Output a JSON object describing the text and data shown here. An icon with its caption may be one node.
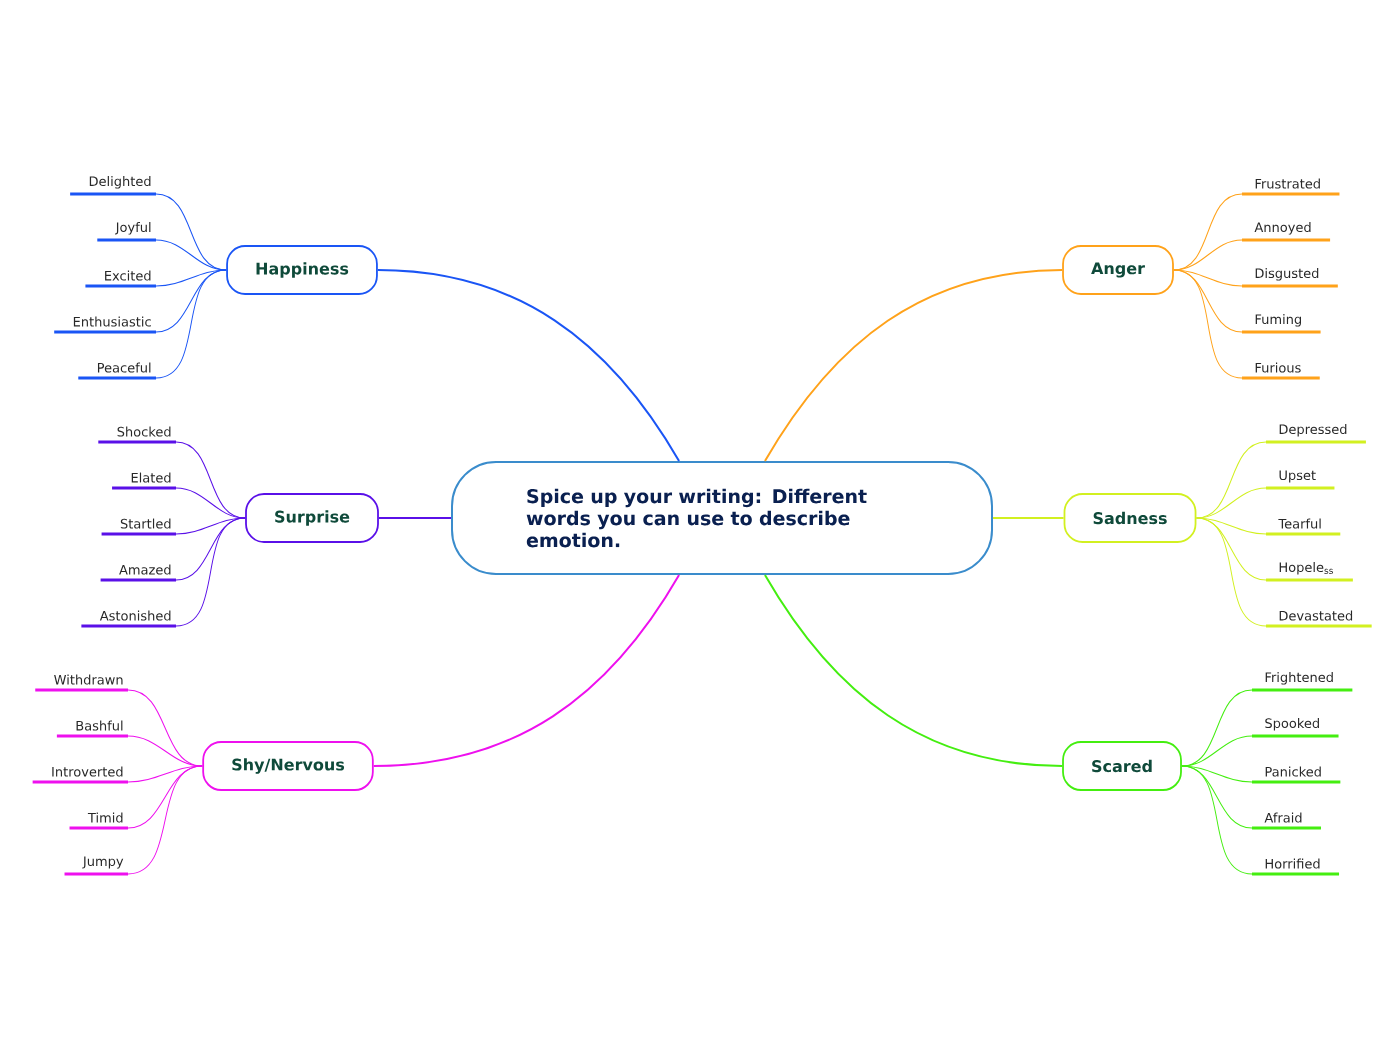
{
  "diagram": {
    "nodes": [
      {
        "text": [
          "Spice up your writing: Different words you can use to describe emotion."
        ]
      },
      {
        "text": [
          "Happiness"
        ]
      },
      {
        "text": [
          "Delighted"
        ]
      },
      {
        "text": [
          "Joyful"
        ]
      },
      {
        "text": [
          "Excited"
        ]
      },
      {
        "text": [
          "Enthusiastic"
        ]
      },
      {
        "text": [
          "Peaceful"
        ]
      },
      {
        "text": [
          "Surprise"
        ]
      },
      {
        "text": [
          "Shocked"
        ]
      },
      {
        "text": [
          "Elated"
        ]
      },
      {
        "text": [
          "Startled"
        ]
      },
      {
        "text": [
          "Amazed"
        ]
      },
      {
        "text": [
          "Astonished"
        ]
      },
      {
        "text": [
          "Shy/Nervous"
        ]
      },
      {
        "text": [
          "Withdrawn"
        ]
      },
      {
        "text": [
          "Bashful"
        ]
      },
      {
        "text": [
          "Introverted"
        ]
      },
      {
        "text": [
          "Timid"
        ]
      },
      {
        "text": [
          "Jumpy"
        ]
      },
      {
        "text": [
          "Anger"
        ]
      },
      {
        "text": [
          "Frustrated"
        ]
      },
      {
        "text": [
          "Annoyed"
        ]
      },
      {
        "text": [
          "Disgusted"
        ]
      },
      {
        "text": [
          "Fuming"
        ]
      },
      {
        "text": [
          "Furious"
        ]
      },
      {
        "text": [
          "Sadness"
        ]
      },
      {
        "text": [
          "Depressed"
        ]
      },
      {
        "text": [
          "Upset"
        ]
      },
      {
        "text": [
          "Tearful"
        ]
      },
      {
        "text": [
          "Hopele$_{ss}$"
        ]
      },
      {
        "text": [
          "Devastated"
        ]
      },
      {
        "text": [
          "Scared"
        ]
      },
      {
        "text": [
          "Frightened"
        ]
      },
      {
        "text": [
          "Spooked"
        ]
      },
      {
        "text": [
          "Panicked"
        ]
      },
      {
        "text": [
          "Afraid"
        ]
      },
      {
        "text": [
          "Horrified"
        ]
      }
    ],
    "edges": [
      {
        "from": 0,
        "to": 1,
        "arrow": "none",
        "color": "#1a55f5"
      },
      {
        "from": 0,
        "to": 7,
        "arrow": "none",
        "color": "#5a10e8"
      },
      {
        "from": 0,
        "to": 13,
        "arrow": "none",
        "color": "#ee10ee"
      },
      {
        "from": 0,
        "to": 19,
        "arrow": "none",
        "color": "#ffa21a"
      },
      {
        "from": 0,
        "to": 25,
        "arrow": "none",
        "color": "#d2f020"
      },
      {
        "from": 0,
        "to": 31,
        "arrow": "none",
        "color": "#44ee10"
      },
      {
        "from": 1,
        "to": 2,
        "arrow": "none",
        "color": "#1a55f5"
      },
      {
        "from": 1,
        "to": 3,
        "arrow": "none",
        "color": "#1a55f5"
      },
      {
        "from": 1,
        "to": 4,
        "arrow": "none",
        "color": "#1a55f5"
      },
      {
        "from": 1,
        "to": 5,
        "arrow": "none",
        "color": "#1a55f5"
      },
      {
        "from": 1,
        "to": 6,
        "arrow": "none",
        "color": "#1a55f5"
      },
      {
        "from": 7,
        "to": 8,
        "arrow": "none",
        "color": "#5a10e8"
      },
      {
        "from": 7,
        "to": 9,
        "arrow": "none",
        "color": "#5a10e8"
      },
      {
        "from": 7,
        "to": 10,
        "arrow": "none",
        "color": "#5a10e8"
      },
      {
        "from": 7,
        "to": 11,
        "arrow": "none",
        "color": "#5a10e8"
      },
      {
        "from": 7,
        "to": 12,
        "arrow": "none",
        "color": "#5a10e8"
      },
      {
        "from": 13,
        "to": 14,
        "arrow": "none",
        "color": "#ee10ee"
      },
      {
        "from": 13,
        "to": 15,
        "arrow": "none",
        "color": "#ee10ee"
      },
      {
        "from": 13,
        "to": 16,
        "arrow": "none",
        "color": "#ee10ee"
      },
      {
        "from": 13,
        "to": 17,
        "arrow": "none",
        "color": "#ee10ee"
      },
      {
        "from": 13,
        "to": 18,
        "arrow": "none",
        "color": "#ee10ee"
      },
      {
        "from": 19,
        "to": 20,
        "arrow": "none",
        "color": "#ffa21a"
      },
      {
        "from": 19,
        "to": 21,
        "arrow": "none",
        "color": "#ffa21a"
      },
      {
        "from": 19,
        "to": 22,
        "arrow": "none",
        "color": "#ffa21a"
      },
      {
        "from": 19,
        "to": 23,
        "arrow": "none",
        "color": "#ffa21a"
      },
      {
        "from": 19,
        "to": 24,
        "arrow": "none",
        "color": "#ffa21a"
      },
      {
        "from": 25,
        "to": 26,
        "arrow": "none",
        "color": "#d2f020"
      },
      {
        "from": 25,
        "to": 27,
        "arrow": "none",
        "color": "#d2f020"
      },
      {
        "from": 25,
        "to": 28,
        "arrow": "none",
        "color": "#d2f020"
      },
      {
        "from": 25,
        "to": 29,
        "arrow": "none",
        "color": "#d2f020"
      },
      {
        "from": 25,
        "to": 30,
        "arrow": "none",
        "color": "#d2f020"
      },
      {
        "from": 31,
        "to": 32,
        "arrow": "none",
        "color": "#44ee10"
      },
      {
        "from": 31,
        "to": 33,
        "arrow": "none",
        "color": "#44ee10"
      },
      {
        "from": 31,
        "to": 34,
        "arrow": "none",
        "color": "#44ee10"
      },
      {
        "from": 31,
        "to": 35,
        "arrow": "none",
        "color": "#44ee10"
      },
      {
        "from": 31,
        "to": 36,
        "arrow": "none",
        "color": "#44ee10"
      }
    ]
  }
}
